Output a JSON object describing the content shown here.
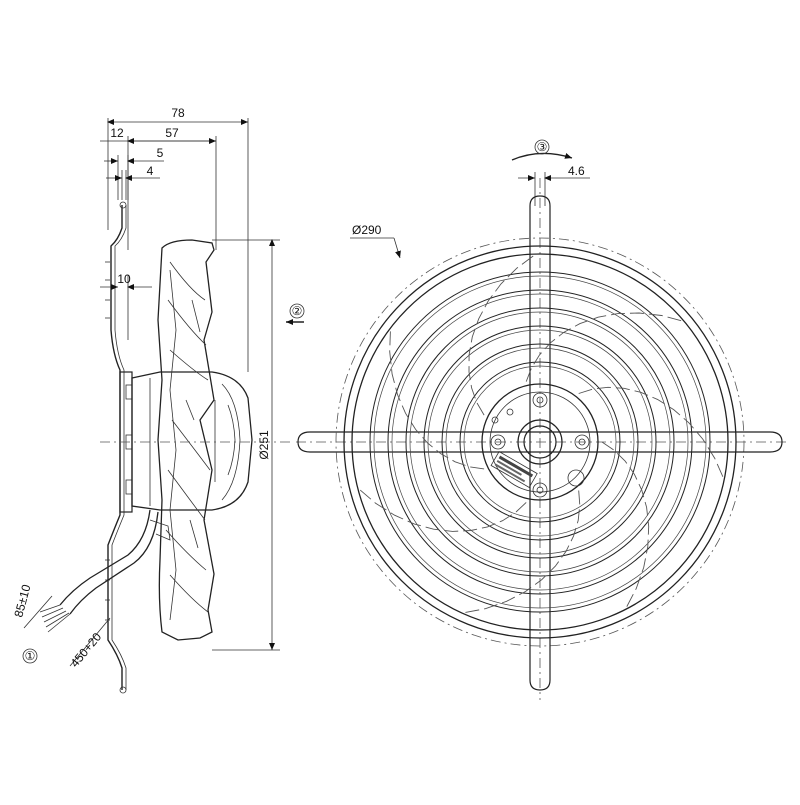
{
  "dimensions": {
    "d78": "78",
    "d12": "12",
    "d57": "57",
    "d5": "5",
    "d4": "4",
    "d10": "10",
    "d251": "Ø251",
    "d290": "Ø290",
    "d46": "4.6",
    "cable_strip": "85±10",
    "cable_length": "450+20"
  },
  "callouts": {
    "cable": "①",
    "airflow": "②",
    "rotation": "③"
  }
}
